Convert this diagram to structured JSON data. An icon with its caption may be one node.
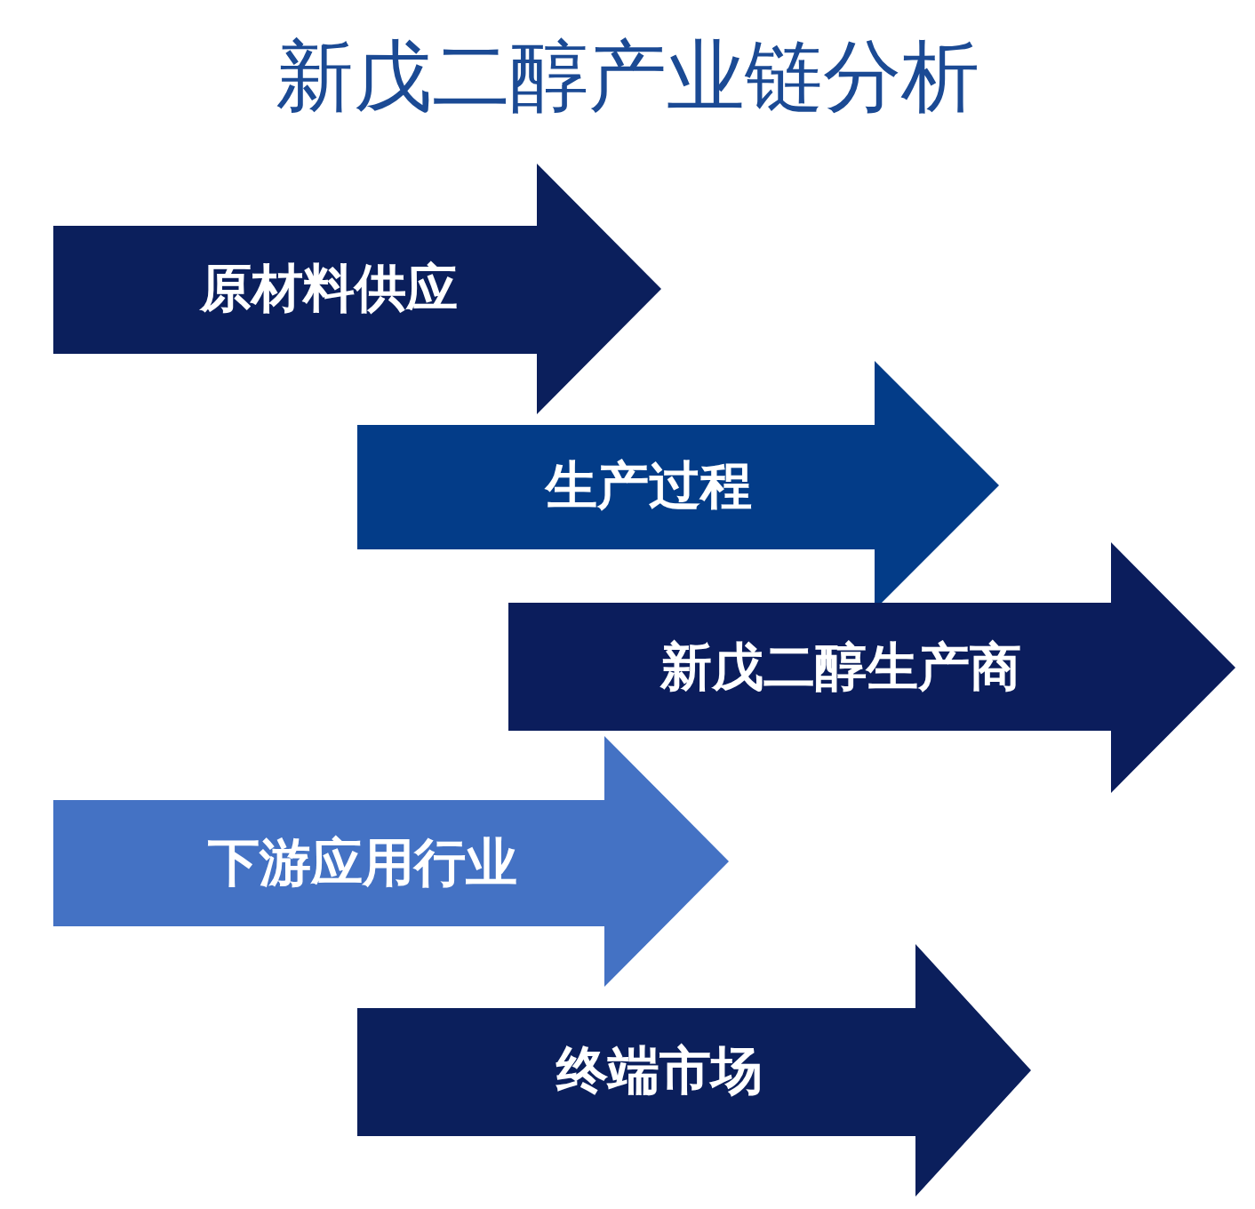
{
  "diagram": {
    "title": "新戊二醇产业链分析",
    "nodes": [
      {
        "text": [
          "原材料供应"
        ]
      },
      {
        "text": [
          "生产过程"
        ]
      },
      {
        "text": [
          "新戊二醇生产商"
        ]
      },
      {
        "text": [
          "下游应用行业"
        ]
      },
      {
        "text": [
          "终端市场"
        ]
      }
    ]
  }
}
